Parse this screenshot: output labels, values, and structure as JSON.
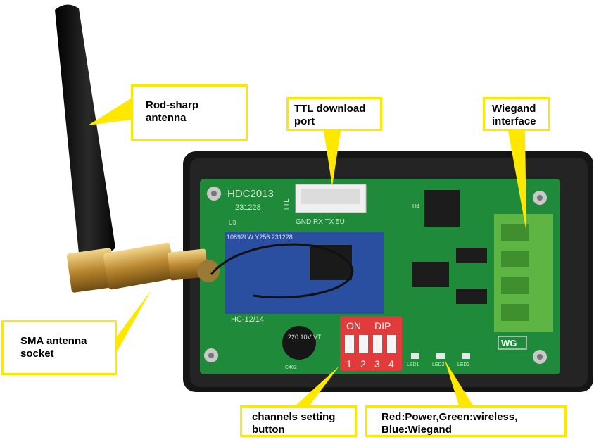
{
  "callouts": {
    "antenna": "Rod-sharp\nantenna",
    "ttl": "TTL download\nport",
    "wiegand": "Wiegand\ninterface",
    "sma": "SMA antenna\nsocket",
    "channels": "channels setting\nbutton",
    "leds": "Red:Power,Green:wireless,\nBlue:Wiegand"
  },
  "board": {
    "model": "HDC2013",
    "date": "231228",
    "ttl_label": "TTL",
    "ttl_pins": "GND  RX  TX  5U",
    "module_label": "HC-12/14",
    "module_code": "10892LW  Y256  231228",
    "u3": "U3",
    "u4": "U4",
    "dip_on": "ON",
    "dip_dip": "DIP",
    "dip_numbers": [
      "1",
      "2",
      "3",
      "4"
    ],
    "wg_label": "WG",
    "capacitor_text": "220\n10V\nVT",
    "c402": "C402",
    "led_labels": [
      "LED1",
      "LED2",
      "LED3"
    ]
  },
  "colors": {
    "callout_border": "#ffe800",
    "pcb": "#1f8a3a",
    "enclosure": "#161616",
    "terminal": "#5fb544",
    "dip_switch": "#e23b3b"
  }
}
